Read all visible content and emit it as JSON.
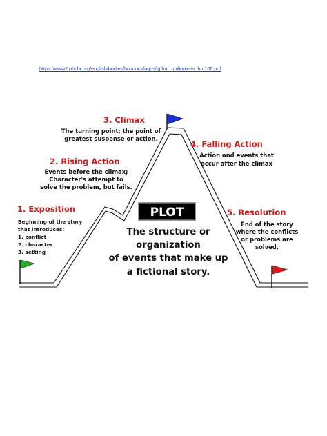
{
  "source": {
    "url": "https://www2.ohchr.org/english/bodies/hrc/docs/ngos/igfhrc_philippines_hrc106.pdf"
  },
  "diagram": {
    "center": {
      "label": "PLOT",
      "definition_lines": [
        "The structure or",
        "organization",
        "of events that make up",
        "a fictional story."
      ]
    },
    "stages": {
      "exposition": {
        "title": "1. Exposition",
        "desc_lines": [
          "Beginning of the story",
          "that introduces:",
          "1. conflict",
          "2. character",
          "3. setting"
        ]
      },
      "rising_action": {
        "title": "2. Rising Action",
        "desc_lines": [
          "Events before the climax;",
          "Character's attempt to",
          "solve the problem, but fails."
        ]
      },
      "climax": {
        "title": "3. Climax",
        "desc_lines": [
          "The turning point; the point of",
          "greatest suspense or action."
        ]
      },
      "falling_action": {
        "title": "4. Falling Action",
        "desc_lines": [
          "Action and events that",
          "occur after the climax"
        ]
      },
      "resolution": {
        "title": "5. Resolution",
        "desc_lines": [
          "End of the story",
          "where the conflicts",
          "or problems are",
          "solved."
        ]
      }
    },
    "colors": {
      "title_red": "#c8201e",
      "flag_green": "#1fb51f",
      "flag_blue": "#1a2fd6",
      "flag_red": "#e01818",
      "plot_box": "#000000"
    }
  }
}
